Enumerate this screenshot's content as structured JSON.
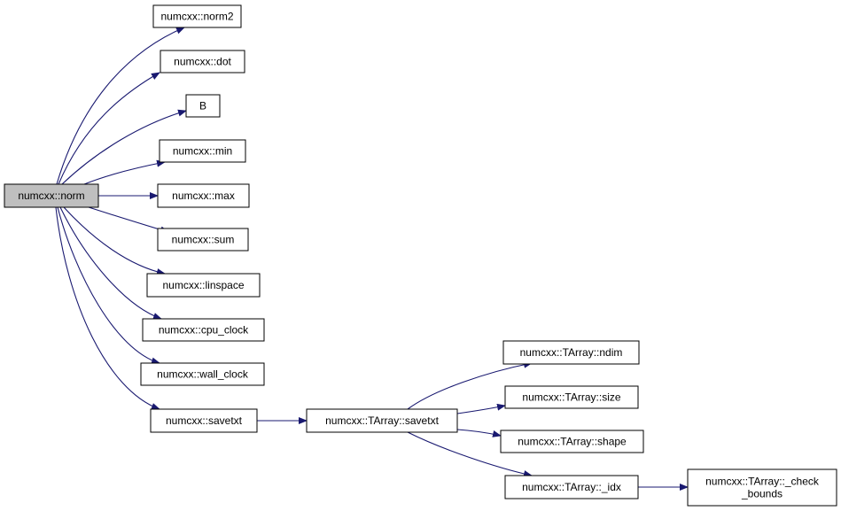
{
  "diagram": {
    "type": "call-graph",
    "colors": {
      "edge": "#191970",
      "node_fill": "#ffffff",
      "root_fill": "#bfbfbf",
      "node_border": "#000000"
    },
    "nodes": [
      {
        "id": "norm",
        "lines": [
          "numcxx::norm"
        ],
        "root": true
      },
      {
        "id": "norm2",
        "lines": [
          "numcxx::norm2"
        ]
      },
      {
        "id": "dot",
        "lines": [
          "numcxx::dot"
        ]
      },
      {
        "id": "B",
        "lines": [
          "B"
        ]
      },
      {
        "id": "min",
        "lines": [
          "numcxx::min"
        ]
      },
      {
        "id": "max",
        "lines": [
          "numcxx::max"
        ]
      },
      {
        "id": "sum",
        "lines": [
          "numcxx::sum"
        ]
      },
      {
        "id": "linspace",
        "lines": [
          "numcxx::linspace"
        ]
      },
      {
        "id": "cpu_clock",
        "lines": [
          "numcxx::cpu_clock"
        ]
      },
      {
        "id": "wall_clock",
        "lines": [
          "numcxx::wall_clock"
        ]
      },
      {
        "id": "savetxt",
        "lines": [
          "numcxx::savetxt"
        ]
      },
      {
        "id": "ta_savetxt",
        "lines": [
          "numcxx::TArray::savetxt"
        ]
      },
      {
        "id": "ta_ndim",
        "lines": [
          "numcxx::TArray::ndim"
        ]
      },
      {
        "id": "ta_size",
        "lines": [
          "numcxx::TArray::size"
        ]
      },
      {
        "id": "ta_shape",
        "lines": [
          "numcxx::TArray::shape"
        ]
      },
      {
        "id": "ta_idx",
        "lines": [
          "numcxx::TArray::_idx"
        ]
      },
      {
        "id": "ta_check",
        "lines": [
          "numcxx::TArray::_check",
          "_bounds"
        ]
      }
    ],
    "edges": [
      {
        "from": "norm",
        "to": "norm2"
      },
      {
        "from": "norm",
        "to": "dot"
      },
      {
        "from": "norm",
        "to": "B"
      },
      {
        "from": "norm",
        "to": "min"
      },
      {
        "from": "norm",
        "to": "max"
      },
      {
        "from": "norm",
        "to": "sum"
      },
      {
        "from": "norm",
        "to": "linspace"
      },
      {
        "from": "norm",
        "to": "cpu_clock"
      },
      {
        "from": "norm",
        "to": "wall_clock"
      },
      {
        "from": "norm",
        "to": "savetxt"
      },
      {
        "from": "savetxt",
        "to": "ta_savetxt"
      },
      {
        "from": "ta_savetxt",
        "to": "ta_ndim"
      },
      {
        "from": "ta_savetxt",
        "to": "ta_size"
      },
      {
        "from": "ta_savetxt",
        "to": "ta_shape"
      },
      {
        "from": "ta_savetxt",
        "to": "ta_idx"
      },
      {
        "from": "ta_idx",
        "to": "ta_check"
      }
    ]
  }
}
